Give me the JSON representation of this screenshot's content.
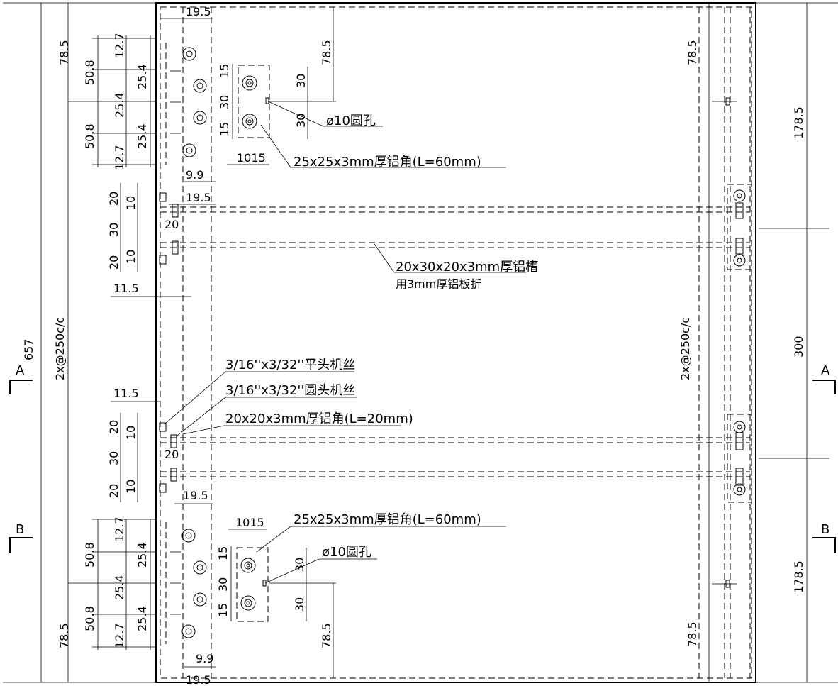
{
  "sections": {
    "a_left": "A",
    "a_right": "A",
    "b_left": "B",
    "b_right": "B"
  },
  "dims_left": {
    "overall": "657",
    "spacing": "2x@250c/c",
    "top_edge": "78.5",
    "bottom_edge": "78.5",
    "top_pitch_1": "50.8",
    "top_pitch_2": "50.8",
    "top_half_1": "25.4",
    "top_half_2": "25.4",
    "top_half_3": "25.4",
    "top_end_1": "12.7",
    "top_end_2": "12.7",
    "bot_pitch_1": "50.8",
    "bot_pitch_2": "50.8",
    "bot_half_1": "25.4",
    "bot_half_2": "25.4",
    "bot_half_3": "25.4",
    "bot_end_1": "12.7",
    "bot_end_2": "12.7"
  },
  "dims_top": {
    "w_19_5_top": "19.5",
    "edge_78_5": "78.5",
    "v15_a": "15",
    "v30_a": "30",
    "v15_b": "15",
    "v30_r1": "30",
    "v30_r2": "30",
    "h10_15": "1015",
    "w_9_9": "9.9",
    "w_19_5_b": "19.5"
  },
  "dims_channel_1": {
    "d20_a": "20",
    "d10_a": "10",
    "d30": "30",
    "d20_b": "20",
    "d10_b": "10",
    "w20": "20",
    "w11_5": "11.5"
  },
  "dims_channel_2": {
    "w11_5": "11.5",
    "d20_a": "20",
    "d10_a": "10",
    "d30": "30",
    "d20_b": "20",
    "d10_b": "10",
    "w20": "20",
    "w19_5": "19.5"
  },
  "dims_bottom": {
    "h10_15": "1015",
    "v15_a": "15",
    "v30_a": "30",
    "v15_b": "15",
    "v30_r1": "30",
    "v30_r2": "30",
    "edge_78_5": "78.5",
    "w_9_9": "9.9",
    "w_19_5": "19.5"
  },
  "dims_right": {
    "spacing": "2x@250c/c",
    "top_edge": "78.5",
    "bottom_edge": "78.5",
    "top_seg": "178.5",
    "mid_seg": "300",
    "bot_seg": "178.5"
  },
  "notes": {
    "hole_top": "ø10圆孔",
    "angle_top": "25x25x3mm厚铝角(L=60mm)",
    "channel": "20x30x20x3mm厚铝槽",
    "channel_sub": "用3mm厚铝板折",
    "screw_flat": "3/16''x3/32''平头机丝",
    "screw_round": "3/16''x3/32''圆头机丝",
    "angle_small": "20x20x3mm厚铝角(L=20mm)",
    "angle_bottom": "25x25x3mm厚铝角(L=60mm)",
    "hole_bottom": "ø10圆孔"
  }
}
